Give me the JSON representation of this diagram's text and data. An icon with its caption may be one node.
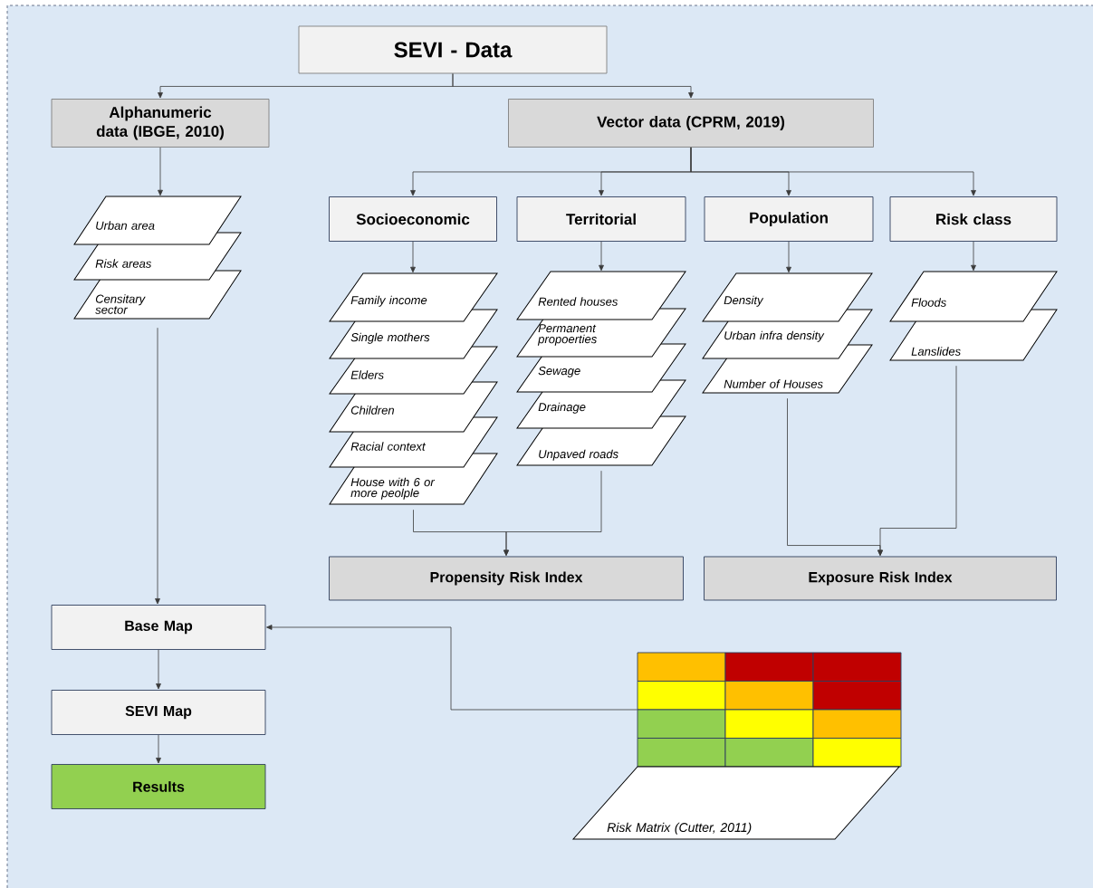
{
  "diagram": {
    "nodes": [
      {
        "text": [
          "SEVI - Data"
        ]
      },
      {
        "text": [
          "Alphanumeric data (IBGE, 2010)"
        ]
      },
      {
        "text": [
          "Vector data (CPRM, 2019)"
        ]
      },
      {
        "text": [
          "Socioeconomic"
        ]
      },
      {
        "text": [
          "Territorial"
        ]
      },
      {
        "text": [
          "Population"
        ]
      },
      {
        "text": [
          "Risk class"
        ]
      },
      {
        "text": [
          "Urban area"
        ]
      },
      {
        "text": [
          "Risk areas"
        ]
      },
      {
        "text": [
          "Censitary sector"
        ]
      },
      {
        "text": [
          "Family income"
        ]
      },
      {
        "text": [
          "Single mothers"
        ]
      },
      {
        "text": [
          "Elders"
        ]
      },
      {
        "text": [
          "Children"
        ]
      },
      {
        "text": [
          "Racial context"
        ]
      },
      {
        "text": [
          "House with 6 or more peolple"
        ]
      },
      {
        "text": [
          "Rented houses"
        ]
      },
      {
        "text": [
          "Permanent propoerties"
        ]
      },
      {
        "text": [
          "Sewage"
        ]
      },
      {
        "text": [
          "Drainage"
        ]
      },
      {
        "text": [
          "Unpaved roads"
        ]
      },
      {
        "text": [
          "Density"
        ]
      },
      {
        "text": [
          "Urban infra density"
        ]
      },
      {
        "text": [
          "Number of Houses"
        ]
      },
      {
        "text": [
          "Floods"
        ]
      },
      {
        "text": [
          "Lanslides"
        ]
      },
      {
        "text": [
          "Propensity Risk Index"
        ]
      },
      {
        "text": [
          "Exposure Risk Index"
        ]
      },
      {
        "text": [
          "Base Map"
        ]
      },
      {
        "text": [
          "SEVI Map"
        ]
      },
      {
        "text": [
          "Results"
        ]
      },
      {
        "text": [],
        "shape": "grid"
      },
      {
        "text": [
          "Risk Matrix (Cutter, 2011)"
        ]
      }
    ],
    "edges": [
      {
        "from": 0,
        "to": 1,
        "arrow": "to"
      },
      {
        "from": 0,
        "to": 2,
        "arrow": "to"
      },
      {
        "from": 1,
        "to": 7,
        "arrow": "to"
      },
      {
        "from": 2,
        "to": 3,
        "arrow": "to"
      },
      {
        "from": 2,
        "to": 4,
        "arrow": "to"
      },
      {
        "from": 2,
        "to": 5,
        "arrow": "to"
      },
      {
        "from": 2,
        "to": 6,
        "arrow": "to"
      },
      {
        "from": 3,
        "to": 10,
        "arrow": "to"
      },
      {
        "from": 4,
        "to": 16,
        "arrow": "to"
      },
      {
        "from": 5,
        "to": 21,
        "arrow": "to"
      },
      {
        "from": 6,
        "to": 24,
        "arrow": "to"
      },
      {
        "from": 9,
        "to": 28,
        "arrow": "to"
      },
      {
        "from": 15,
        "to": 26,
        "arrow": "to"
      },
      {
        "from": 20,
        "to": 26,
        "arrow": "to"
      },
      {
        "from": 23,
        "to": 27,
        "arrow": "to"
      },
      {
        "from": 25,
        "to": 27,
        "arrow": "to"
      },
      {
        "from": 28,
        "to": 29,
        "arrow": "to"
      },
      {
        "from": 29,
        "to": 30,
        "arrow": "to"
      },
      {
        "from": 31,
        "to": 28,
        "arrow": "to"
      }
    ]
  }
}
